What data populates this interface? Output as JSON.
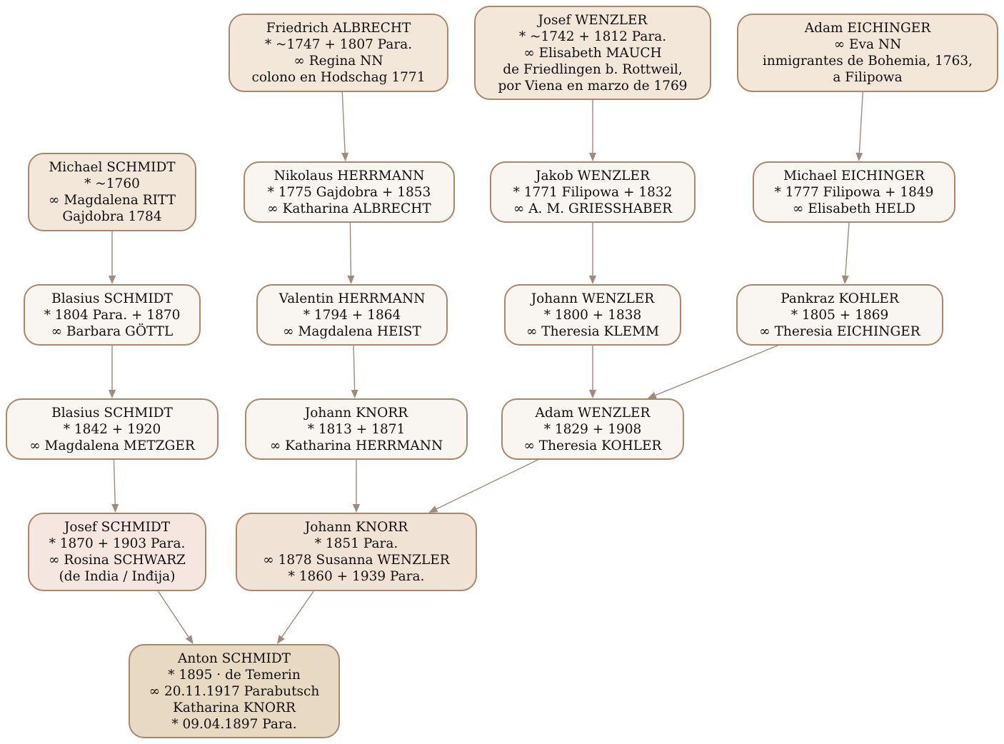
{
  "diagram": {
    "colors": {
      "edge": "#a08a78",
      "border": "#a9876a",
      "ancestor_fill": "#f3e7da",
      "generation_fill": "#f9f5f0",
      "josef_fill": "#f5e6df",
      "knorr_fill": "#f0e3d5",
      "root_fill": "#e8d9c3"
    },
    "nodes": {
      "michael_schmidt": {
        "lines": [
          "Michael SCHMIDT",
          "* ~1760",
          "∞ Magdalena RITT",
          "Gajdobra 1784"
        ]
      },
      "blasius_schmidt_1804": {
        "lines": [
          "Blasius SCHMIDT",
          "* 1804 Para.  + 1870",
          "∞ Barbara GÖTTL"
        ]
      },
      "blasius_schmidt_1842": {
        "lines": [
          "Blasius SCHMIDT",
          "* 1842  + 1920",
          "∞ Magdalena METZGER"
        ]
      },
      "josef_schmidt": {
        "lines": [
          "Josef SCHMIDT",
          "* 1870  + 1903 Para.",
          "∞ Rosina SCHWARZ",
          "(de India / Inđija)"
        ]
      },
      "friedrich_albrecht": {
        "lines": [
          "Friedrich ALBRECHT",
          "* ~1747  + 1807 Para.",
          "∞ Regina NN",
          "colono en Hodschag 1771"
        ]
      },
      "nikolaus_herrmann": {
        "lines": [
          "Nikolaus HERRMANN",
          "* 1775 Gajdobra  + 1853",
          "∞ Katharina ALBRECHT"
        ]
      },
      "valentin_herrmann": {
        "lines": [
          "Valentin HERRMANN",
          "* 1794  + 1864",
          "∞ Magdalena HEIST"
        ]
      },
      "johann_knorr_1813": {
        "lines": [
          "Johann KNORR",
          "* 1813  + 1871",
          "∞ Katharina HERRMANN"
        ]
      },
      "johann_knorr_1851": {
        "lines": [
          "Johann KNORR",
          "* 1851 Para.",
          "∞ 1878  Susanna WENZLER",
          "* 1860  + 1939 Para."
        ]
      },
      "josef_wenzler": {
        "lines": [
          "Josef WENZLER",
          "* ~1742  + 1812 Para.",
          "∞ Elisabeth MAUCH",
          "de Friedlingen b. Rottweil,",
          "por Viena en marzo de 1769"
        ]
      },
      "jakob_wenzler": {
        "lines": [
          "Jakob WENZLER",
          "* 1771 Filipowa  + 1832",
          "∞ A. M. GRIESSHABER"
        ]
      },
      "johann_wenzler": {
        "lines": [
          "Johann WENZLER",
          "* 1800  + 1838",
          "∞ Theresia KLEMM"
        ]
      },
      "adam_wenzler": {
        "lines": [
          "Adam WENZLER",
          "* 1829  + 1908",
          "∞ Theresia KOHLER"
        ]
      },
      "adam_eichinger": {
        "lines": [
          "Adam EICHINGER",
          "∞ Eva NN",
          "inmigrantes de Bohemia, 1763,",
          "a Filipowa"
        ]
      },
      "michael_eichinger": {
        "lines": [
          "Michael EICHINGER",
          "* 1777 Filipowa  + 1849",
          "∞ Elisabeth HELD"
        ]
      },
      "pankraz_kohler": {
        "lines": [
          "Pankraz KOHLER",
          "* 1805  + 1869",
          "∞ Theresia EICHINGER"
        ]
      },
      "anton_schmidt": {
        "lines": [
          "Anton SCHMIDT",
          "* 1895 · de Temerin",
          "∞ 20.11.1917 Parabutsch",
          "Katharina KNORR",
          "* 09.04.1897 Para."
        ]
      }
    },
    "edges": [
      [
        "michael_schmidt",
        "blasius_schmidt_1804"
      ],
      [
        "blasius_schmidt_1804",
        "blasius_schmidt_1842"
      ],
      [
        "blasius_schmidt_1842",
        "josef_schmidt"
      ],
      [
        "josef_schmidt",
        "anton_schmidt"
      ],
      [
        "friedrich_albrecht",
        "nikolaus_herrmann"
      ],
      [
        "nikolaus_herrmann",
        "valentin_herrmann"
      ],
      [
        "valentin_herrmann",
        "johann_knorr_1813"
      ],
      [
        "johann_knorr_1813",
        "johann_knorr_1851"
      ],
      [
        "johann_knorr_1851",
        "anton_schmidt"
      ],
      [
        "josef_wenzler",
        "jakob_wenzler"
      ],
      [
        "jakob_wenzler",
        "johann_wenzler"
      ],
      [
        "johann_wenzler",
        "adam_wenzler"
      ],
      [
        "adam_wenzler",
        "johann_knorr_1851"
      ],
      [
        "adam_eichinger",
        "michael_eichinger"
      ],
      [
        "michael_eichinger",
        "pankraz_kohler"
      ],
      [
        "pankraz_kohler",
        "adam_wenzler"
      ]
    ]
  }
}
